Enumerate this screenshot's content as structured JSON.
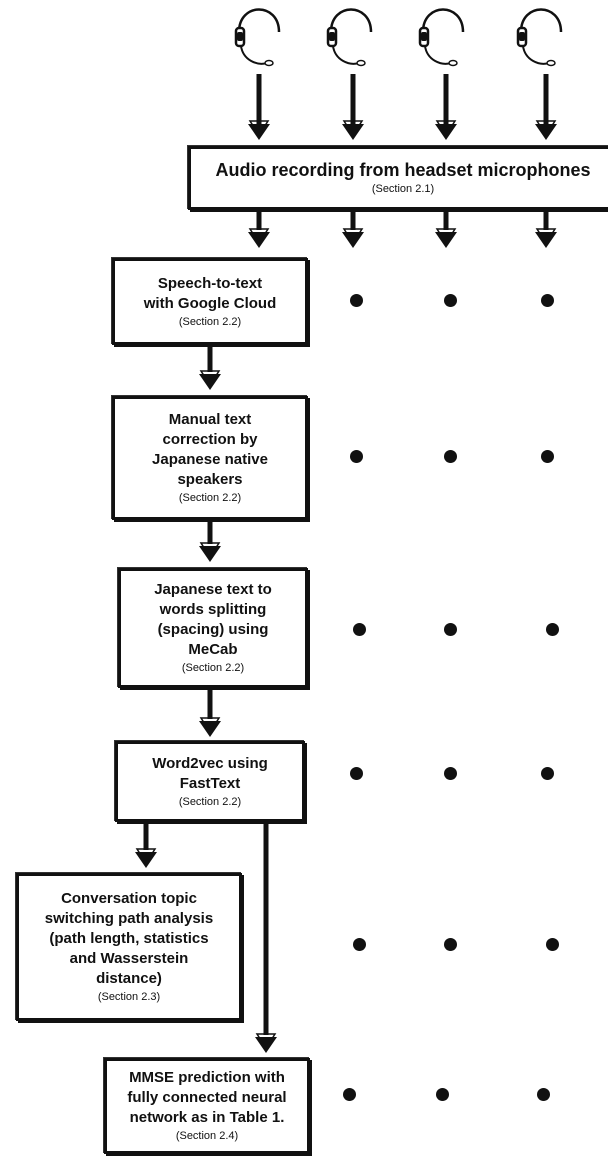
{
  "nodes": {
    "audio": {
      "label": "Audio recording from headset microphones",
      "section": "(Section 2.1)"
    },
    "stt": {
      "label": "Speech-to-text\nwith Google Cloud",
      "section": "(Section 2.2)"
    },
    "manual": {
      "label": "Manual text\ncorrection by\nJapanese native\nspeakers",
      "section": "(Section 2.2)"
    },
    "split": {
      "label": "Japanese text to\nwords splitting\n(spacing) using\nMeCab",
      "section": "(Section 2.2)"
    },
    "w2v": {
      "label": "Word2vec using\nFastText",
      "section": "(Section 2.2)"
    },
    "topic": {
      "label": "Conversation topic\nswitching path analysis\n(path length, statistics\nand Wasserstein\ndistance)",
      "section": "(Section 2.3)"
    },
    "mmse": {
      "label": "MMSE prediction with\nfully connected neural\nnetwork as in Table 1.",
      "section": "(Section 2.4)"
    }
  },
  "icons": [
    "headset-icon",
    "headset-icon",
    "headset-icon",
    "headset-icon"
  ],
  "colors": {
    "ink": "#111111",
    "background": "#ffffff"
  }
}
